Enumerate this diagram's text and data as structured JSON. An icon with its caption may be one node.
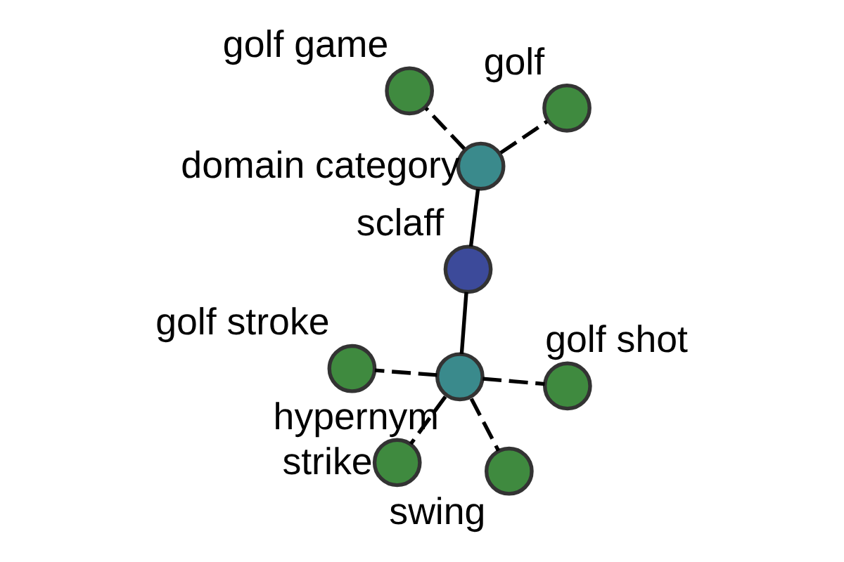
{
  "diagram": {
    "nodes": [
      {
        "text": [
          "sclaff"
        ]
      },
      {
        "text": [
          "domain category"
        ]
      },
      {
        "text": [
          "hypernym"
        ]
      },
      {
        "text": [
          "golf game"
        ]
      },
      {
        "text": [
          "golf"
        ]
      },
      {
        "text": [
          "golf stroke"
        ]
      },
      {
        "text": [
          "strike"
        ]
      },
      {
        "text": [
          "swing"
        ]
      },
      {
        "text": [
          "golf shot"
        ]
      }
    ],
    "edges": [
      {
        "from": 0,
        "to": 1,
        "arrow": "none"
      },
      {
        "from": 0,
        "to": 2,
        "arrow": "none"
      },
      {
        "from": 1,
        "to": 3,
        "arrow": "none",
        "style": "dashed"
      },
      {
        "from": 1,
        "to": 4,
        "arrow": "none",
        "style": "dashed"
      },
      {
        "from": 2,
        "to": 5,
        "arrow": "none",
        "style": "dashed"
      },
      {
        "from": 2,
        "to": 6,
        "arrow": "none",
        "style": "dashed"
      },
      {
        "from": 2,
        "to": 7,
        "arrow": "none",
        "style": "dashed"
      },
      {
        "from": 2,
        "to": 8,
        "arrow": "none",
        "style": "dashed"
      }
    ]
  }
}
